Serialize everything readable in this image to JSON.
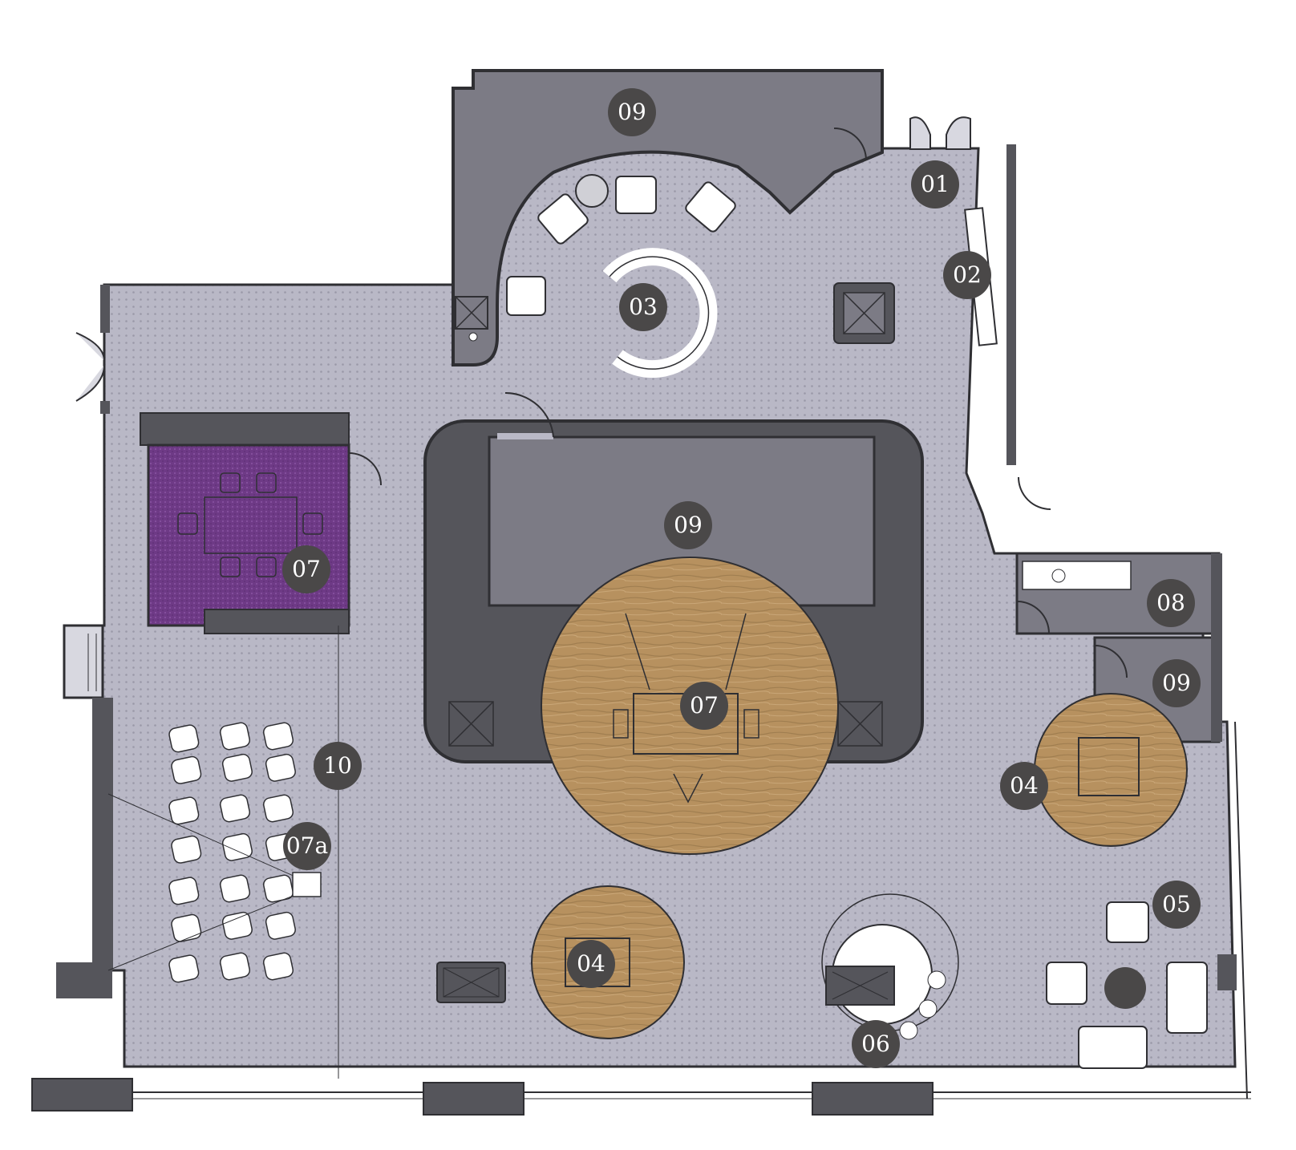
{
  "colors": {
    "floor": "#b9b8c6",
    "floor_dots": "#9a99a8",
    "wall": "#55555b",
    "core": "#7c7b85",
    "core_dark": "#55555b",
    "meeting_carpet": "#6e3a86",
    "wood": "#b7915f",
    "wood_dark": "#9c7a4c",
    "badge": "#4a4848",
    "badge_text": "#ffffff",
    "furniture": "#ffffff",
    "line": "#2f2f33"
  },
  "zones": [
    {
      "id": "z01",
      "label": "01"
    },
    {
      "id": "z02",
      "label": "02"
    },
    {
      "id": "z03",
      "label": "03"
    },
    {
      "id": "z09a",
      "label": "09"
    },
    {
      "id": "z09b",
      "label": "09"
    },
    {
      "id": "z09c",
      "label": "09"
    },
    {
      "id": "z07a",
      "label": "07"
    },
    {
      "id": "z07b",
      "label": "07"
    },
    {
      "id": "z08",
      "label": "08"
    },
    {
      "id": "z04a",
      "label": "04"
    },
    {
      "id": "z04b",
      "label": "04"
    },
    {
      "id": "z10",
      "label": "10"
    },
    {
      "id": "z07x",
      "label": "07a"
    },
    {
      "id": "z05",
      "label": "05"
    },
    {
      "id": "z06",
      "label": "06"
    }
  ]
}
